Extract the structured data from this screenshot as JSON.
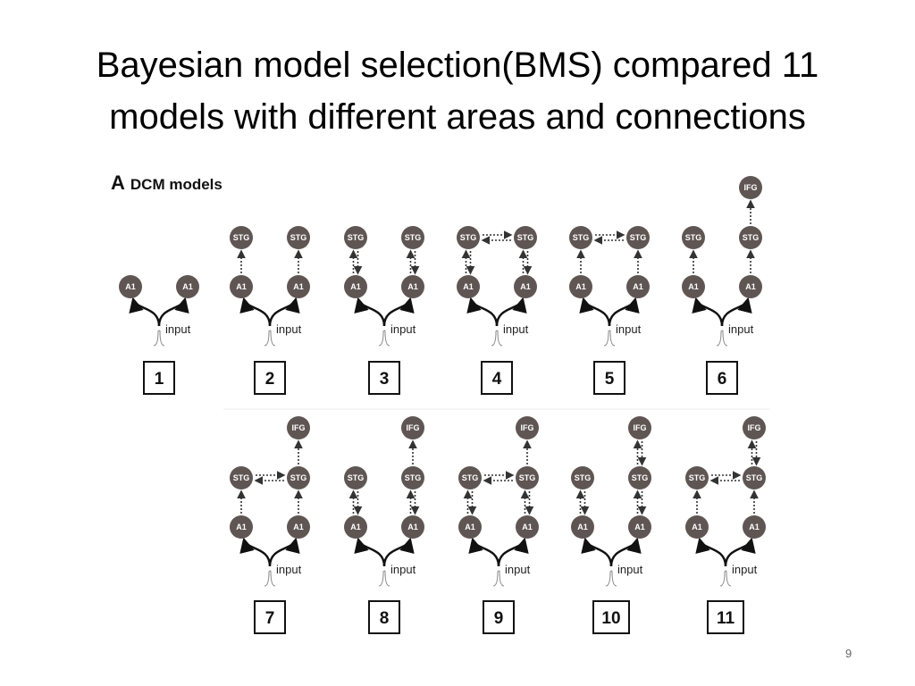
{
  "slide": {
    "title_line1": "Bayesian model selection(BMS) compared 11",
    "title_line2": "models with different areas and connections",
    "page_number": "9"
  },
  "figure": {
    "panel_letter": "A",
    "panel_title": "DCM models",
    "input_label": "input",
    "node_labels": {
      "a1": "A1",
      "stg": "STG",
      "ifg": "IFG"
    },
    "models": [
      {
        "number": "1",
        "nodes": [
          "A1"
        ],
        "a1_stg": "none",
        "stg_stg": false,
        "stg_ifg": "none"
      },
      {
        "number": "2",
        "nodes": [
          "A1",
          "STG"
        ],
        "a1_stg": "forward",
        "stg_stg": false,
        "stg_ifg": "none"
      },
      {
        "number": "3",
        "nodes": [
          "A1",
          "STG"
        ],
        "a1_stg": "both",
        "stg_stg": false,
        "stg_ifg": "none"
      },
      {
        "number": "4",
        "nodes": [
          "A1",
          "STG"
        ],
        "a1_stg": "both",
        "stg_stg": true,
        "stg_ifg": "none"
      },
      {
        "number": "5",
        "nodes": [
          "A1",
          "STG"
        ],
        "a1_stg": "forward",
        "stg_stg": true,
        "stg_ifg": "none"
      },
      {
        "number": "6",
        "nodes": [
          "A1",
          "STG",
          "IFG"
        ],
        "a1_stg": "forward",
        "stg_stg": false,
        "stg_ifg": "forward"
      },
      {
        "number": "7",
        "nodes": [
          "A1",
          "STG",
          "IFG"
        ],
        "a1_stg": "forward",
        "stg_stg": true,
        "stg_ifg": "forward"
      },
      {
        "number": "8",
        "nodes": [
          "A1",
          "STG",
          "IFG"
        ],
        "a1_stg": "both",
        "stg_stg": false,
        "stg_ifg": "forward"
      },
      {
        "number": "9",
        "nodes": [
          "A1",
          "STG",
          "IFG"
        ],
        "a1_stg": "both",
        "stg_stg": true,
        "stg_ifg": "forward"
      },
      {
        "number": "10",
        "nodes": [
          "A1",
          "STG",
          "IFG"
        ],
        "a1_stg": "both",
        "stg_stg": false,
        "stg_ifg": "both"
      },
      {
        "number": "11",
        "nodes": [
          "A1",
          "STG",
          "IFG"
        ],
        "a1_stg": "forward",
        "stg_stg": true,
        "stg_ifg": "both"
      }
    ]
  },
  "colors": {
    "node_fill": "#5f5653",
    "text": "#111111",
    "edge": "#333333"
  }
}
